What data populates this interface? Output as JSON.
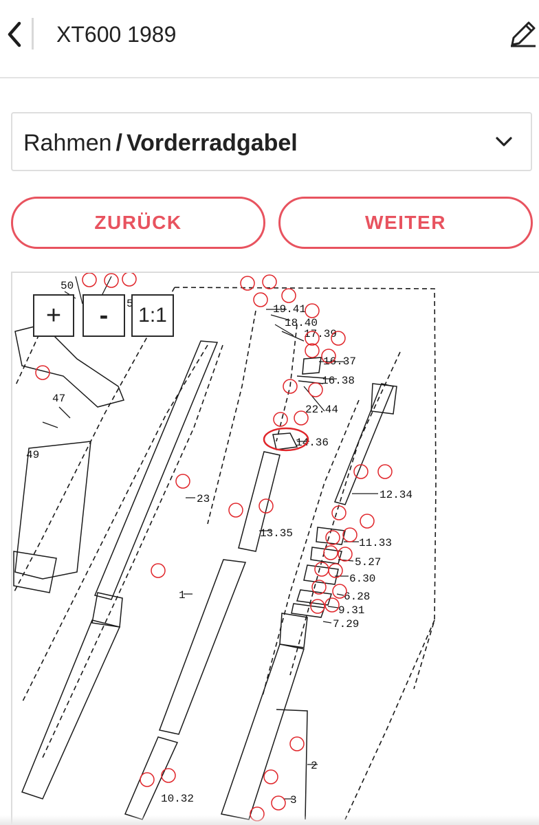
{
  "header": {
    "title": "XT600 1989",
    "back_icon": "chevron-left-icon",
    "edit_icon": "pencil-icon"
  },
  "breadcrumb": {
    "parent": "Rahmen",
    "separator": "/",
    "current": "Vorderradgabel",
    "dropdown_icon": "chevron-down-icon"
  },
  "nav": {
    "prev_label": "ZURÜCK",
    "next_label": "WEITER"
  },
  "zoom": {
    "in_label": "+",
    "out_label": "-",
    "reset_label": "1:1"
  },
  "diagram": {
    "labels": [
      "50",
      "19.41",
      "18.40",
      "17.39",
      "16.37",
      "16.38",
      "22.44",
      "14.36",
      "47",
      "49",
      "23",
      "12.34",
      "13.35",
      "11.33",
      "5.27",
      "6.30",
      "6.28",
      "9.31",
      "7.29",
      "1",
      "2",
      "10.32",
      "3",
      "5"
    ]
  },
  "colors": {
    "accent": "#e8535f",
    "hotspot": "#e0252a",
    "text": "#222222",
    "border": "#dedede"
  }
}
